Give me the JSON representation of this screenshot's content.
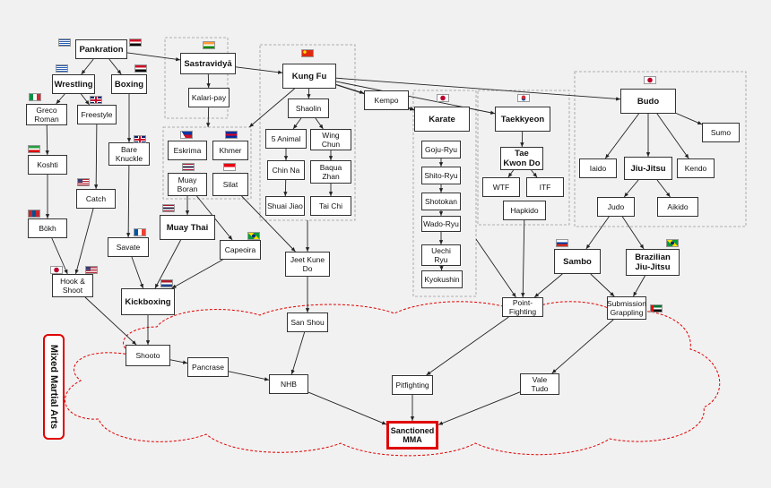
{
  "side_label": "Mixed Martial Arts",
  "nodes": [
    {
      "id": "pankration",
      "label": "Pankration"
    },
    {
      "id": "wrestling",
      "label": "Wrestling"
    },
    {
      "id": "boxing",
      "label": "Boxing"
    },
    {
      "id": "greco_roman",
      "label": "Greco\nRoman"
    },
    {
      "id": "freestyle",
      "label": "Freestyle"
    },
    {
      "id": "koshti",
      "label": "Koshti"
    },
    {
      "id": "catch",
      "label": "Catch"
    },
    {
      "id": "bokh",
      "label": "Bökh"
    },
    {
      "id": "bare_knuckle",
      "label": "Bare\nKnuckle"
    },
    {
      "id": "savate",
      "label": "Savate"
    },
    {
      "id": "hook_shoot",
      "label": "Hook &\nShoot"
    },
    {
      "id": "kickboxing",
      "label": "Kickboxing"
    },
    {
      "id": "sastravidya",
      "label": "Sastravidyā"
    },
    {
      "id": "kalari",
      "label": "Kalari-pay"
    },
    {
      "id": "eskrima",
      "label": "Eskrima"
    },
    {
      "id": "khmer",
      "label": "Khmer"
    },
    {
      "id": "muay_boran",
      "label": "Muay\nBoran"
    },
    {
      "id": "silat",
      "label": "Silat"
    },
    {
      "id": "muay_thai",
      "label": "Muay Thai"
    },
    {
      "id": "capeoira",
      "label": "Capeoira"
    },
    {
      "id": "kung_fu",
      "label": "Kung Fu"
    },
    {
      "id": "shaolin",
      "label": "Shaolin"
    },
    {
      "id": "five_animal",
      "label": "5 Animal"
    },
    {
      "id": "wing_chun",
      "label": "Wing\nChun"
    },
    {
      "id": "chin_na",
      "label": "Chin Na"
    },
    {
      "id": "baqua_zhan",
      "label": "Baqua\nZhan"
    },
    {
      "id": "shuai_jiao",
      "label": "Shuai Jiao"
    },
    {
      "id": "tai_chi",
      "label": "Tai Chi"
    },
    {
      "id": "jeet_kune_do",
      "label": "Jeet Kune\nDo"
    },
    {
      "id": "san_shou",
      "label": "San Shou"
    },
    {
      "id": "kempo",
      "label": "Kempo"
    },
    {
      "id": "karate",
      "label": "Karate"
    },
    {
      "id": "goju",
      "label": "Goju-Ryu"
    },
    {
      "id": "shito",
      "label": "Shito-Ryu"
    },
    {
      "id": "shotokan",
      "label": "Shotokan"
    },
    {
      "id": "wado",
      "label": "Wado-Ryu"
    },
    {
      "id": "uechi",
      "label": "Uechi\nRyu"
    },
    {
      "id": "kyokushin",
      "label": "Kyokushin"
    },
    {
      "id": "taekkyeon",
      "label": "Taekkyeon"
    },
    {
      "id": "tkd",
      "label": "Tae\nKwon Do"
    },
    {
      "id": "wtf",
      "label": "WTF"
    },
    {
      "id": "itf",
      "label": "ITF"
    },
    {
      "id": "hapkido",
      "label": "Hapkido"
    },
    {
      "id": "budo",
      "label": "Budo"
    },
    {
      "id": "sumo",
      "label": "Sumo"
    },
    {
      "id": "iaido",
      "label": "Iaido"
    },
    {
      "id": "jiujitsu",
      "label": "Jiu-Jitsu"
    },
    {
      "id": "kendo",
      "label": "Kendo"
    },
    {
      "id": "judo",
      "label": "Judo"
    },
    {
      "id": "aikido",
      "label": "Aikido"
    },
    {
      "id": "sambo",
      "label": "Sambo"
    },
    {
      "id": "bjj",
      "label": "Brazilian\nJiu-Jitsu"
    },
    {
      "id": "point_fighting",
      "label": "Point-\nFighting"
    },
    {
      "id": "sub_grappling",
      "label": "Submission\nGrappling"
    },
    {
      "id": "shooto",
      "label": "Shooto"
    },
    {
      "id": "pancrase",
      "label": "Pancrase"
    },
    {
      "id": "nhb",
      "label": "NHB"
    },
    {
      "id": "pitfighting",
      "label": "Pitfighting"
    },
    {
      "id": "vale_tudo",
      "label": "Vale\nTudo"
    },
    {
      "id": "sanctioned_mma",
      "label": "Sanctioned\nMMA"
    }
  ],
  "edges": [
    [
      "pankration",
      "wrestling"
    ],
    [
      "pankration",
      "boxing"
    ],
    [
      "pankration",
      "sastravidya"
    ],
    [
      "wrestling",
      "greco_roman"
    ],
    [
      "wrestling",
      "freestyle"
    ],
    [
      "greco_roman",
      "koshti"
    ],
    [
      "koshti",
      "bokh"
    ],
    [
      "bokh",
      "hook_shoot"
    ],
    [
      "freestyle",
      "catch"
    ],
    [
      "catch",
      "hook_shoot"
    ],
    [
      "boxing",
      "bare_knuckle"
    ],
    [
      "bare_knuckle",
      "savate"
    ],
    [
      "savate",
      "kickboxing"
    ],
    [
      "hook_shoot",
      "shooto"
    ],
    [
      "kickboxing",
      "shooto"
    ],
    [
      "sastravidya",
      "kalari"
    ],
    [
      "sastravidya",
      "kung_fu"
    ],
    [
      "kalari",
      "southeast_asia"
    ],
    [
      "muay_boran",
      "muay_thai"
    ],
    [
      "muay_thai",
      "kickboxing"
    ],
    [
      "muay_boran",
      "capeoira"
    ],
    [
      "capeoira",
      "kickboxing"
    ],
    [
      "kung_fu",
      "shaolin"
    ],
    [
      "kung_fu",
      "kempo"
    ],
    [
      "kung_fu",
      "karate"
    ],
    [
      "kung_fu",
      "taekkyeon"
    ],
    [
      "kung_fu",
      "budo"
    ],
    [
      "kung_fu",
      "southeast_asia"
    ],
    [
      "shaolin",
      "five_animal"
    ],
    [
      "shaolin",
      "wing_chun"
    ],
    [
      "five_animal",
      "chin_na"
    ],
    [
      "chin_na",
      "shuai_jiao"
    ],
    [
      "wing_chun",
      "baqua_zhan"
    ],
    [
      "baqua_zhan",
      "tai_chi"
    ],
    [
      "silat",
      "jeet_kune_do"
    ],
    [
      "chinese_styles",
      "jeet_kune_do"
    ],
    [
      "jeet_kune_do",
      "san_shou"
    ],
    [
      "san_shou",
      "nhb"
    ],
    [
      "kempo",
      "karate"
    ],
    [
      "goju",
      "shito"
    ],
    [
      "shito",
      "shotokan"
    ],
    [
      "shotokan",
      "wado"
    ],
    [
      "wado",
      "uechi"
    ],
    [
      "uechi",
      "kyokushin"
    ],
    [
      "karate_styles",
      "point_fighting"
    ],
    [
      "taekkyeon",
      "tkd"
    ],
    [
      "tkd",
      "wtf"
    ],
    [
      "tkd",
      "itf"
    ],
    [
      "hapkido",
      "point_fighting"
    ],
    [
      "budo",
      "sumo"
    ],
    [
      "budo",
      "iaido"
    ],
    [
      "budo",
      "jiujitsu"
    ],
    [
      "budo",
      "kendo"
    ],
    [
      "jiujitsu",
      "judo"
    ],
    [
      "jiujitsu",
      "aikido"
    ],
    [
      "judo",
      "sambo"
    ],
    [
      "judo",
      "bjj"
    ],
    [
      "sambo",
      "point_fighting"
    ],
    [
      "sambo",
      "sub_grappling"
    ],
    [
      "bjj",
      "sub_grappling"
    ],
    [
      "point_fighting",
      "pitfighting"
    ],
    [
      "sub_grappling",
      "vale_tudo"
    ],
    [
      "shooto",
      "pancrase"
    ],
    [
      "pancrase",
      "nhb"
    ],
    [
      "nhb",
      "sanctioned_mma"
    ],
    [
      "pitfighting",
      "sanctioned_mma"
    ],
    [
      "vale_tudo",
      "sanctioned_mma"
    ]
  ],
  "flags": [
    {
      "country": "Greece",
      "colors": [
        "#2a5db0",
        "#ffffff"
      ],
      "pattern": "greece"
    },
    {
      "country": "Egypt",
      "colors": [
        "#ce1126",
        "#ffffff",
        "#000000"
      ],
      "pattern": "h3"
    },
    {
      "country": "Greece",
      "colors": [
        "#2a5db0",
        "#ffffff"
      ],
      "pattern": "greece"
    },
    {
      "country": "Egypt",
      "colors": [
        "#ce1126",
        "#ffffff",
        "#000000"
      ],
      "pattern": "h3"
    },
    {
      "country": "Italy",
      "colors": [
        "#009246",
        "#ffffff",
        "#ce2b37"
      ],
      "pattern": "v3"
    },
    {
      "country": "United Kingdom",
      "colors": [
        "#012169",
        "#ffffff",
        "#c8102e"
      ],
      "pattern": "uk"
    },
    {
      "country": "Iran",
      "colors": [
        "#239f40",
        "#ffffff",
        "#da0000"
      ],
      "pattern": "h3"
    },
    {
      "country": "United Kingdom",
      "colors": [
        "#012169",
        "#ffffff",
        "#c8102e"
      ],
      "pattern": "uk"
    },
    {
      "country": "USA",
      "colors": [
        "#b22234",
        "#ffffff",
        "#3c3b6e"
      ],
      "pattern": "usa"
    },
    {
      "country": "Mongolia",
      "colors": [
        "#c4272f",
        "#015197",
        "#c4272f"
      ],
      "pattern": "v3"
    },
    {
      "country": "France",
      "colors": [
        "#0055a4",
        "#ffffff",
        "#ef4135"
      ],
      "pattern": "v3"
    },
    {
      "country": "Japan",
      "colors": [
        "#ffffff",
        "#bc002d"
      ],
      "pattern": "japan"
    },
    {
      "country": "USA",
      "colors": [
        "#b22234",
        "#ffffff",
        "#3c3b6e"
      ],
      "pattern": "usa"
    },
    {
      "country": "Netherlands",
      "colors": [
        "#ae1c28",
        "#ffffff",
        "#21468b"
      ],
      "pattern": "h3"
    },
    {
      "country": "India",
      "colors": [
        "#ff9933",
        "#ffffff",
        "#138808"
      ],
      "pattern": "h3"
    },
    {
      "country": "Philippines",
      "colors": [
        "#0038a8",
        "#ce1126",
        "#ffffff"
      ],
      "pattern": "phil"
    },
    {
      "country": "Cambodia",
      "colors": [
        "#032ea1",
        "#e00025",
        "#032ea1"
      ],
      "pattern": "h3"
    },
    {
      "country": "Thailand",
      "colors": [
        "#a51931",
        "#ffffff",
        "#2d2a4a"
      ],
      "pattern": "thai"
    },
    {
      "country": "Indonesia",
      "colors": [
        "#e70011",
        "#ffffff"
      ],
      "pattern": "h2"
    },
    {
      "country": "Thailand",
      "colors": [
        "#a51931",
        "#ffffff",
        "#2d2a4a"
      ],
      "pattern": "thai"
    },
    {
      "country": "Brazil",
      "colors": [
        "#009c3b",
        "#ffdf00",
        "#002776"
      ],
      "pattern": "brazil"
    },
    {
      "country": "China",
      "colors": [
        "#de2910",
        "#ffde00"
      ],
      "pattern": "china"
    },
    {
      "country": "Japan",
      "colors": [
        "#ffffff",
        "#bc002d"
      ],
      "pattern": "japan"
    },
    {
      "country": "South Korea",
      "colors": [
        "#ffffff",
        "#cd2e3a",
        "#0047a0"
      ],
      "pattern": "korea"
    },
    {
      "country": "Japan",
      "colors": [
        "#ffffff",
        "#bc002d"
      ],
      "pattern": "japan"
    },
    {
      "country": "Russia",
      "colors": [
        "#ffffff",
        "#0039a6",
        "#d52b1e"
      ],
      "pattern": "h3"
    },
    {
      "country": "Brazil",
      "colors": [
        "#009c3b",
        "#ffdf00",
        "#002776"
      ],
      "pattern": "brazil"
    },
    {
      "country": "UAE",
      "colors": [
        "#00732f",
        "#ffffff",
        "#000000",
        "#ff0000"
      ],
      "pattern": "uae"
    }
  ],
  "colors": {
    "edge": "#222222",
    "group_border": "#999999",
    "cloud_border": "#e00000",
    "final_border": "#e00000"
  }
}
